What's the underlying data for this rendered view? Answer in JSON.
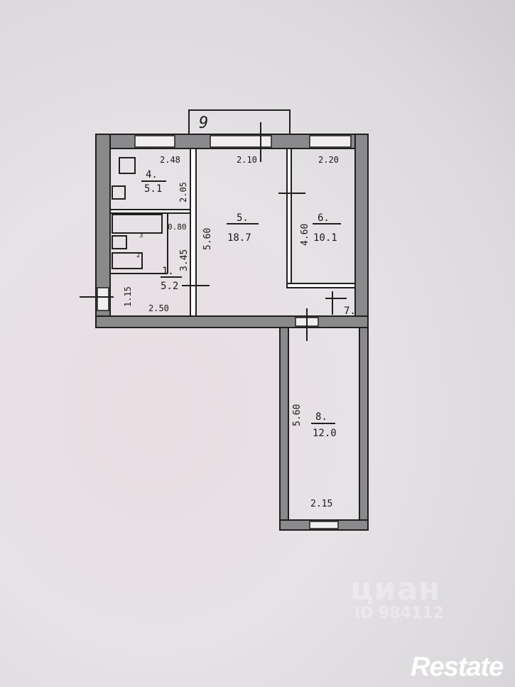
{
  "plan": {
    "balcony_label": "9",
    "rooms": [
      {
        "number": "4.",
        "area": "5.1"
      },
      {
        "number": "5.",
        "area": "18.7"
      },
      {
        "number": "6.",
        "area": "10.1"
      },
      {
        "number": "1.",
        "area": "5.2"
      },
      {
        "number": "7.",
        "area": ""
      },
      {
        "number": "8.",
        "area": "12.0"
      }
    ],
    "small_labels": [
      "3",
      "2"
    ],
    "dimensions": [
      "2.48",
      "2.05",
      "2.10",
      "2.20",
      "5.60",
      "4.60",
      "0.80",
      "3.45",
      "1.15",
      "2.50",
      "5.60",
      "2.15"
    ]
  },
  "watermarks": {
    "cian_brand": "циан",
    "cian_id": "ID 984112",
    "restate": "Restate"
  },
  "colors": {
    "wall_fill": "#8a8a8c",
    "line": "#1f1f1f",
    "paper": "#e6e2e6"
  }
}
